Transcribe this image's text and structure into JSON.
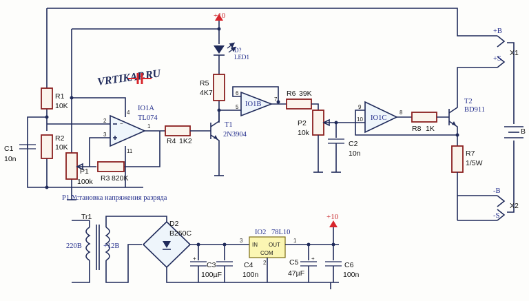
{
  "labels": {
    "r1": "R1",
    "r1_val": "10K",
    "r2": "R2",
    "r2_val": "10K",
    "c1": "C1",
    "c1_val": "10n",
    "io1a": "IO1A",
    "io1a_type": "TL074",
    "pin_4": "4",
    "pin_2": "2",
    "pin_3": "3",
    "pin_1": "1",
    "pin_11": "11",
    "p1": "P1",
    "p1_val": "100k",
    "r3": "R3",
    "r3_val": "820K",
    "r4": "R4",
    "r4_val": "1K2",
    "t1": "T1",
    "t1_type": "2N3904",
    "r5": "R5",
    "r5_val": "4K7",
    "led": "D?",
    "led_name": "LED1",
    "supply_top": "+10",
    "io1b": "IO1B",
    "pin_6": "6",
    "pin_5": "5",
    "pin_7": "7",
    "r6": "R6",
    "r6_val": "39K",
    "p2": "P2",
    "p2_val": "10k",
    "c2": "C2",
    "c2_val": "10n",
    "io1c": "IO1C",
    "pin_9": "9",
    "pin_10": "10",
    "pin_8": "8",
    "r8": "R8",
    "r8_val": "1K",
    "t2": "T2",
    "t2_type": "BD911",
    "r7": "R7",
    "r7_val": "1/5W",
    "b_plus": "+B",
    "s_plus": "+S",
    "x1": "X1",
    "battery": "B",
    "b_minus": "-B",
    "s_minus": "-S",
    "x2": "X2",
    "p1_caption": "P1 Установка напряжения разряда",
    "tr1": "Tr1",
    "mains": "220B",
    "secondary": "+12B",
    "d2": "D2",
    "d2_type": "B250C",
    "c3": "C3",
    "c3_val": "100µF",
    "c4": "C4",
    "c4_val": "100n",
    "io2": "IO2",
    "io2_type": "78L10",
    "reg_in": "IN",
    "reg_out": "OUT",
    "reg_com": "COM",
    "reg_pin_3": "3",
    "reg_pin_1": "1",
    "reg_pin_2": "2",
    "supply_bottom": "+10",
    "c5": "C5",
    "c5_val": "47µF",
    "c6": "C6",
    "c6_val": "100n",
    "plus_mark": "+",
    "minus_mark": "−"
  },
  "watermark": "VRTIKAP.RU",
  "colors": {
    "wire": "#1f2a5a",
    "resistor": "#8a1f1f",
    "accent": "#d8262c",
    "regulator": "#fbf6b3"
  }
}
